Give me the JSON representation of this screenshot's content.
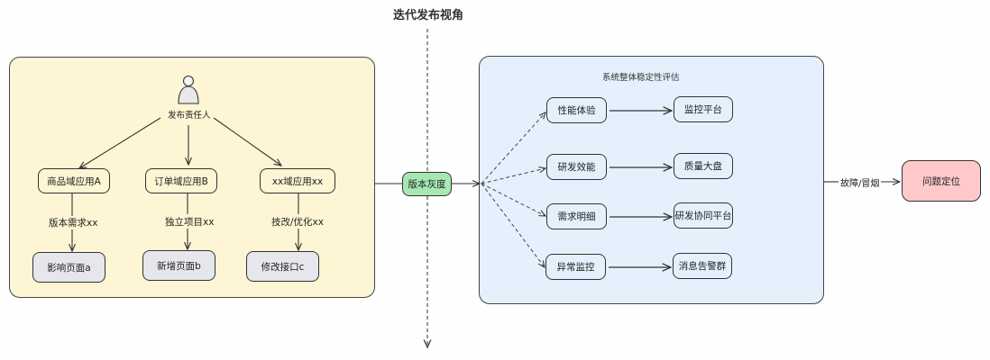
{
  "title": "迭代发布视角",
  "left_group": {
    "owner": {
      "icon": "person-icon",
      "label": "发布责任人"
    },
    "apps": [
      {
        "label": "商品域应用A",
        "edge_label": "版本需求xx",
        "target": "影响页面a"
      },
      {
        "label": "订单域应用B",
        "edge_label": "独立项目xx",
        "target": "新增页面b"
      },
      {
        "label": "xx域应用xx",
        "edge_label": "技改/优化xx",
        "target": "修改接口c"
      }
    ]
  },
  "gray_release": {
    "label": "版本灰度"
  },
  "right_group": {
    "title": "系统整体稳定性评估",
    "rows": [
      {
        "source": "性能体验",
        "target": "监控平台"
      },
      {
        "source": "研发效能",
        "target": "质量大盘"
      },
      {
        "source": "需求明细",
        "target": "研发协同平台"
      },
      {
        "source": "异常监控",
        "target": "消息告警群"
      }
    ]
  },
  "exit_edge": {
    "label": "故障/冒烟"
  },
  "problem_node": {
    "label": "问题定位"
  },
  "colors": {
    "left_group_bg": "#fdf5d3",
    "right_group_bg": "#e4f1fc",
    "gray_release_bg": "#a6e8b2",
    "problem_bg": "#ffc9c9",
    "leaf_bg": "#e6e7ec"
  }
}
